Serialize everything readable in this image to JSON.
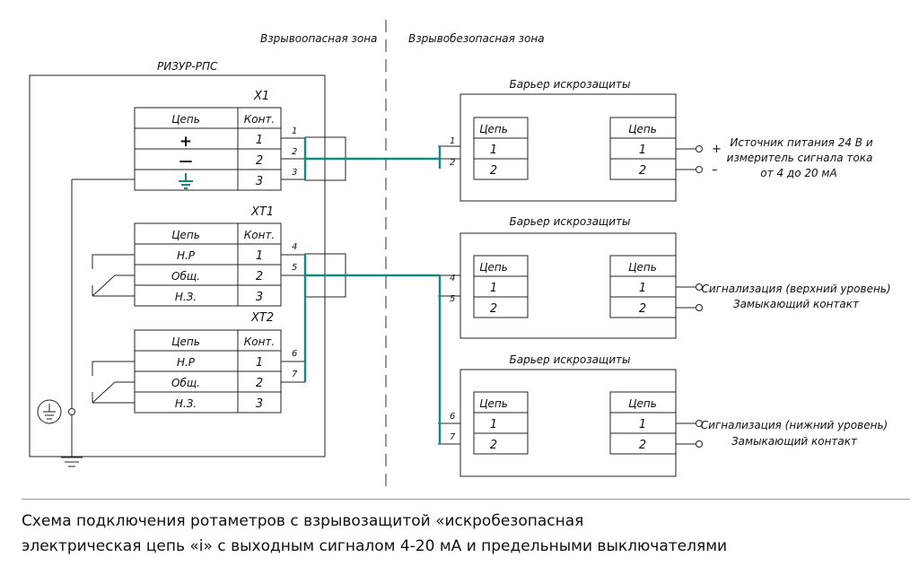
{
  "zones": {
    "hazardous": "Взрывоопасная зона",
    "safe": "Взрывобезопасная зона"
  },
  "device": {
    "title": "РИЗУР-РПС"
  },
  "blocks": [
    {
      "title": "X1",
      "header": [
        "Цепь",
        "Конт."
      ],
      "rows": [
        {
          "circuit": "+",
          "contact": "1"
        },
        {
          "circuit": "—",
          "contact": "2"
        },
        {
          "circuit": "",
          "contact": "3"
        }
      ],
      "terminals": [
        "1",
        "2",
        "3"
      ]
    },
    {
      "title": "XT1",
      "header": [
        "Цепь",
        "Конт."
      ],
      "rows": [
        {
          "circuit": "Н.Р",
          "contact": "1"
        },
        {
          "circuit": "Общ.",
          "contact": "2"
        },
        {
          "circuit": "Н.З.",
          "contact": "3"
        }
      ],
      "terminals": [
        "4",
        "5"
      ]
    },
    {
      "title": "XT2",
      "header": [
        "Цепь",
        "Конт."
      ],
      "rows": [
        {
          "circuit": "Н.Р",
          "contact": "1"
        },
        {
          "circuit": "Общ.",
          "contact": "2"
        },
        {
          "circuit": "Н.З.",
          "contact": "3"
        }
      ],
      "terminals": [
        "6",
        "7"
      ]
    }
  ],
  "barriers": [
    {
      "title": "Барьер искрозащиты",
      "left_header": "Цепь",
      "left_rows": [
        "1",
        "2"
      ],
      "left_terminals": [
        "1",
        "2"
      ],
      "right_header": "Цепь",
      "right_rows": [
        "1",
        "2"
      ],
      "polarity": [
        "+",
        "–"
      ],
      "label_lines": [
        "Источник питания 24 В и",
        "измеритель сигнала тока",
        "от 4 до 20 мА"
      ]
    },
    {
      "title": "Барьер искрозащиты",
      "left_header": "Цепь",
      "left_rows": [
        "1",
        "2"
      ],
      "left_terminals": [
        "4",
        "5"
      ],
      "right_header": "Цепь",
      "right_rows": [
        "1",
        "2"
      ],
      "label_lines": [
        "Сигнализация (верхний уровень)",
        "Замыкающий контакт"
      ]
    },
    {
      "title": "Барьер искрозащиты",
      "left_header": "Цепь",
      "left_rows": [
        "1",
        "2"
      ],
      "left_terminals": [
        "6",
        "7"
      ],
      "right_header": "Цепь",
      "right_rows": [
        "1",
        "2"
      ],
      "label_lines": [
        "Сигнализация (нижний уровень)",
        "Замыкающий контакт"
      ]
    }
  ],
  "caption": {
    "line1": "Схема подключения ротаметров с взрывозащитой «искробезопасная",
    "line2": "электрическая цепь «i» с выходным сигналом 4-20 мА и предельными выключателями"
  },
  "colors": {
    "wire": "#138a7e",
    "line": "#222222",
    "divider": "#555555"
  }
}
